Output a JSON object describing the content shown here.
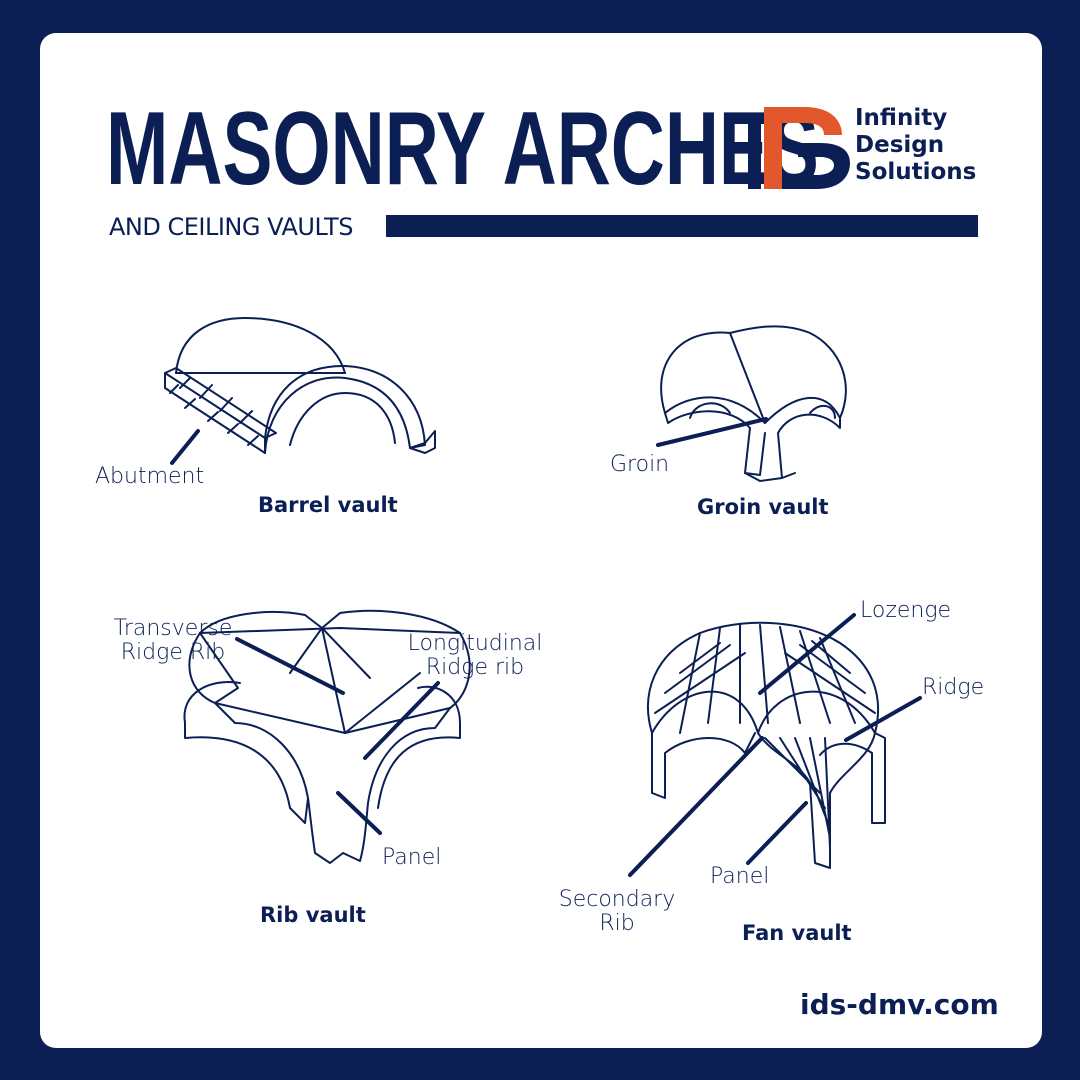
{
  "header": {
    "title": "MASONRY ARCHES",
    "subtitle": "AND CEILING VAULTS"
  },
  "logo": {
    "mark": "IDS",
    "line1": "Infinity",
    "line2": "Design",
    "line3": "Solutions",
    "accent_color": "#e2572b",
    "brand_color": "#0b1f55"
  },
  "vaults": {
    "barrel": {
      "caption": "Barrel vault",
      "label_abutment": "Abutment"
    },
    "groin": {
      "caption": "Groin vault",
      "label_groin": "Groin"
    },
    "rib": {
      "caption": "Rib vault",
      "label_transverse_1": "Transverse",
      "label_transverse_2": "Ridge Rib",
      "label_longitudinal_1": "Longitudinal",
      "label_longitudinal_2": "Ridge rib",
      "label_panel": "Panel"
    },
    "fan": {
      "caption": "Fan vault",
      "label_lozenge": "Lozenge",
      "label_ridge": "Ridge",
      "label_panel": "Panel",
      "label_secondary_1": "Secondary",
      "label_secondary_2": "Rib"
    }
  },
  "footer": {
    "url": "ids-dmv.com"
  },
  "colors": {
    "background": "#0b1f55",
    "card": "#ffffff",
    "ink": "#0b1f55"
  }
}
